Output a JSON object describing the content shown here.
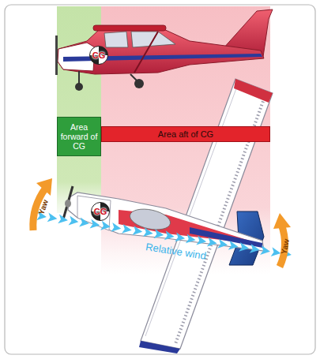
{
  "diagram": {
    "nodes": [
      {
        "text": [
          "CG"
        ]
      },
      {
        "text": [
          "Area forward of CG"
        ]
      },
      {
        "text": [
          "Area aft of CG"
        ]
      },
      {
        "text": [
          "CG"
        ]
      }
    ],
    "labels": [
      "Yaw",
      "Yaw",
      "Relative wind"
    ]
  }
}
